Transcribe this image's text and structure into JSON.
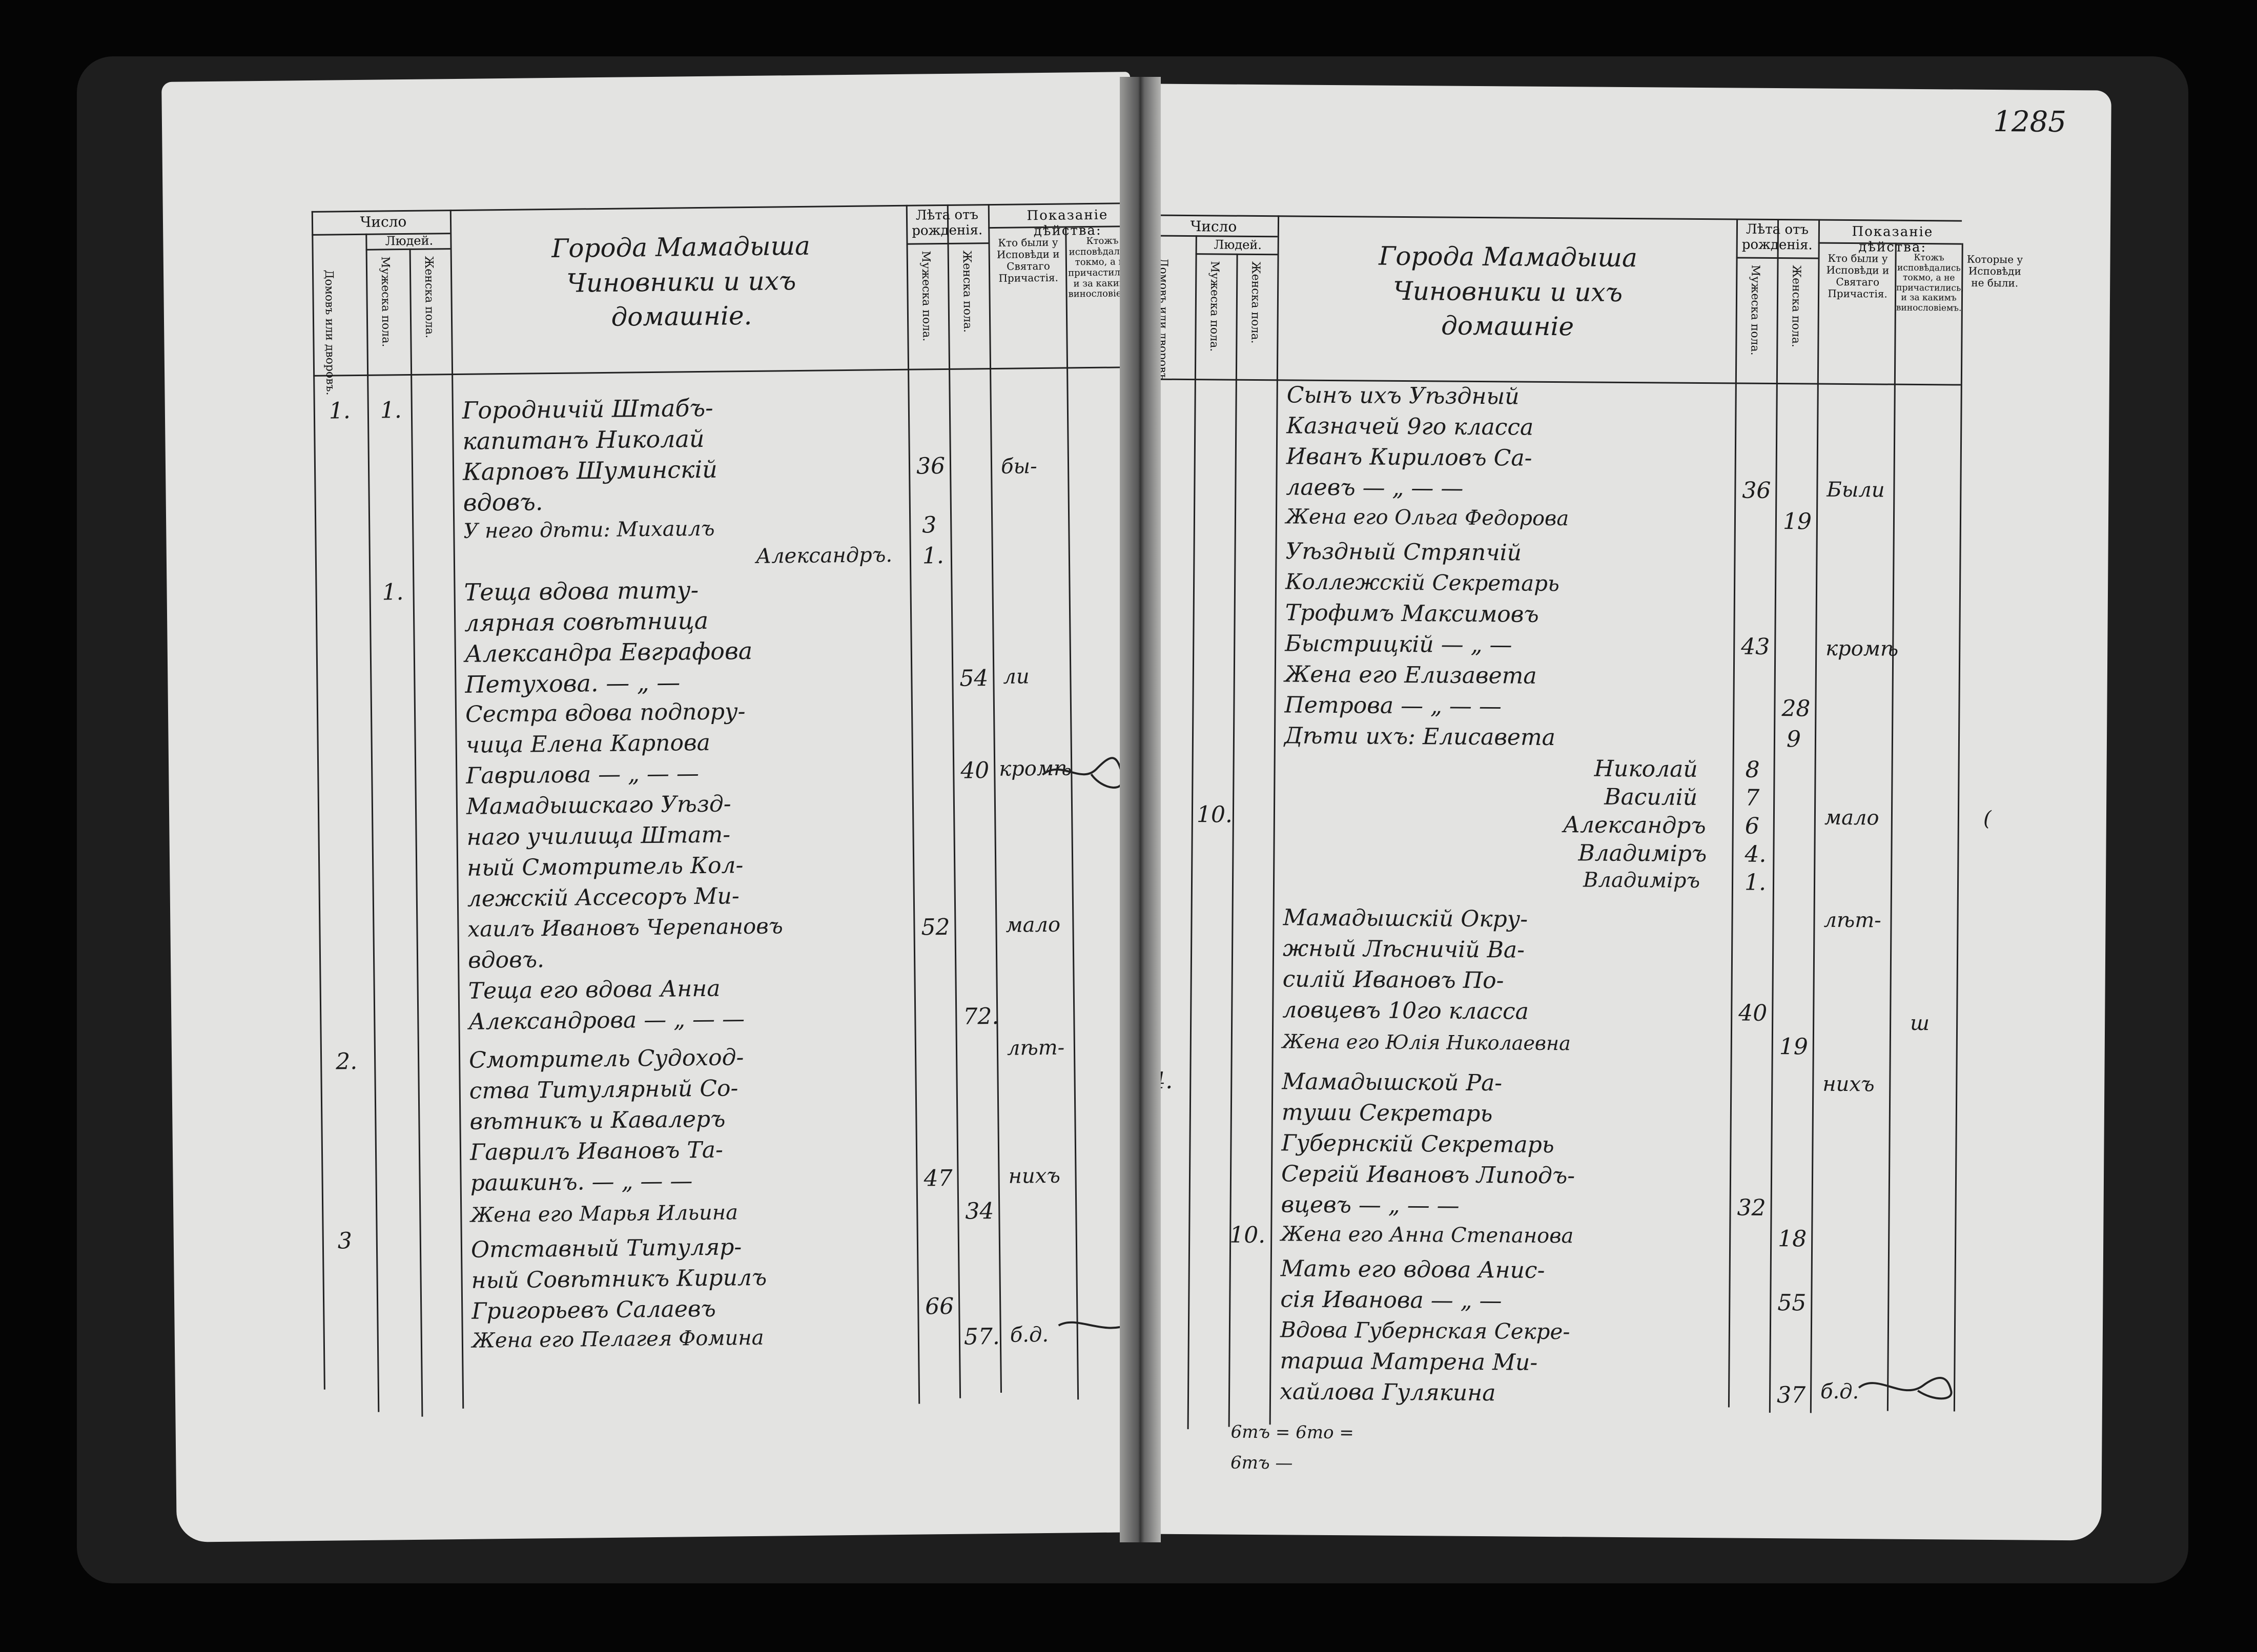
{
  "page_number": "1285",
  "header": {
    "chislo": "Число",
    "lyudey": "Людей.",
    "domov": "Домовъ или дворовъ.",
    "muzh": "Мужеска пола.",
    "zhen": "Женска пола.",
    "leta": "Лѣта отъ рожденія.",
    "pokazanie": "Показаніе дѣйства:",
    "kto_byli": "Кто были у Исповѣди и Святаго Причастія.",
    "kto_zh": "Ктожъ исповѣдались токмо, а не причастились, и за какимъ винословіемъ.",
    "kotorye": "Которые у Исповѣди не были."
  },
  "left": {
    "title": [
      "Города Мамадыша",
      "Чиновники и ихъ",
      "домашніе."
    ],
    "lines": [
      "Городничій Штабъ-",
      "капитанъ Николай",
      "Карповъ Шуминскій",
      "вдовъ.",
      "У него дѣти: Михаилъ",
      "Александръ.",
      "Теща вдова титу-",
      "лярная совѣтница",
      "Александра Евграфова",
      "Петухова. — „ —",
      "Сестра вдова подпору-",
      "чица Елена Карпова",
      "Гаврилова — „ — —",
      "Мамадышскаго Уѣзд-",
      "наго училища Штат-",
      "ный Смотритель Кол-",
      "лежскій Ассесоръ Ми-",
      "хаилъ Ивановъ Черепановъ",
      "вдовъ.",
      "Теща его вдова Анна",
      "Александрова — „ — —",
      "Смотритель Судоход-",
      "ства Титулярный Со-",
      "вѣтникъ и Кавалеръ",
      "Гаврилъ Ивановъ Та-",
      "рашкинъ. — „ — —",
      "Жена его Марья Ильина",
      "Отставный Титуляр-",
      "ный Совѣтникъ Кирилъ",
      "Григорьевъ Салаевъ",
      "Жена его Пелагея Фомина"
    ],
    "houses": [
      "1.",
      "2.",
      "3"
    ],
    "men_counts": [
      "1.",
      "1."
    ],
    "male_ages": [
      "36",
      "3",
      "1.",
      "52",
      "47",
      "66"
    ],
    "female_ages": [
      "54",
      "40",
      "72.",
      "34",
      "57."
    ],
    "confession": [
      "бы-",
      "ли",
      "кромѣ",
      "мало",
      "лѣт-",
      "нихъ",
      "б.д."
    ]
  },
  "right": {
    "title": [
      "Города Мамадыша",
      "Чиновники и ихъ",
      "домашніе"
    ],
    "lines": [
      "Сынъ ихъ Уѣздный",
      "Казначей 9го класса",
      "Иванъ Кириловъ Са-",
      "лаевъ — „ — —",
      "Жена его Ольга Федорова",
      "Уѣздный Стряпчій",
      "Коллежскій Секретарь",
      "Трофимъ Максимовъ",
      "Быстрицкій — „ —",
      "Жена его Елизавета",
      "Петрова — „ — —",
      "Дѣти ихъ: Елисавета",
      "Николай",
      "Василій",
      "Александръ",
      "Владиміръ",
      "Владиміръ",
      "Мамадышскій Окру-",
      "жный Лѣсничій Ва-",
      "силій Ивановъ По-",
      "ловцевъ 10го класса",
      "Жена его Юлія Николаевна",
      "Мамадышской Ра-",
      "туши Секретарь",
      "Губернскій Секретарь",
      "Сергій Ивановъ Липодъ-",
      "вцевъ — „ — —",
      "Жена его Анна Степанова",
      "Мать его вдова Анис-",
      "сія Иванова — „ —",
      "Вдова Губернская Секре-",
      "тарша Матрена Ми-",
      "хайлова Гулякина"
    ],
    "house_numbers": [
      "4."
    ],
    "men_counts": [
      "10.",
      "10."
    ],
    "male_ages": [
      "36",
      "43",
      "8",
      "7",
      "6",
      "4.",
      "1.",
      "40",
      "32"
    ],
    "female_ages": [
      "19",
      "28",
      "9",
      "19",
      "18",
      "55",
      "37"
    ],
    "confession": [
      "Были",
      "кромѣ",
      "мало",
      "лѣт-",
      "нихъ",
      "б.д."
    ],
    "margin_marks": [
      "ш",
      "("
    ],
    "totals": [
      "6тъ = 6то =",
      "6тъ —"
    ]
  }
}
